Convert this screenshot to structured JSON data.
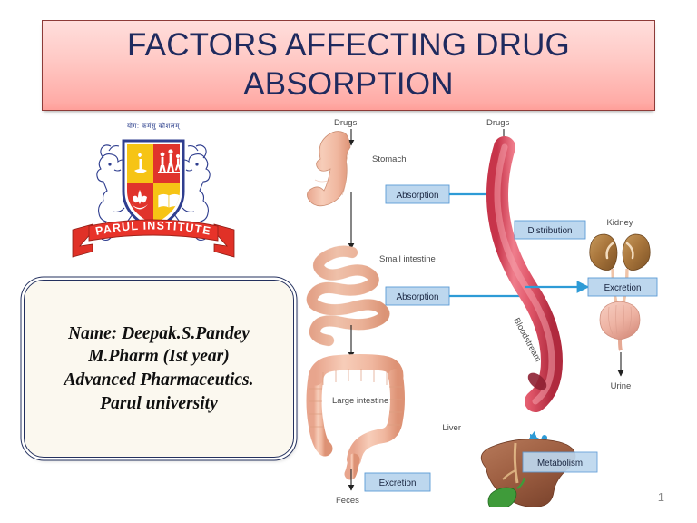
{
  "slide": {
    "title": "FACTORS AFFECTING DRUG ABSORPTION",
    "page_number": "1",
    "title_color": "#1F2A5E",
    "banner_top_color": "#FFDEDC",
    "banner_bottom_color": "#FF9F99",
    "banner_border_color": "#8D3B38"
  },
  "logo": {
    "name": "parul-institute-crest",
    "sanskrit_motto": "योग: कर्मसु कौशलम्",
    "ribbon_text": "PARUL INSTITUTE",
    "ribbon_color": "#E03127",
    "shield_red": "#E0342C",
    "shield_yellow": "#F6C415",
    "outline_color": "#2F3E8F"
  },
  "author_box": {
    "lines": [
      "Name: Deepak.S.Pandey",
      "M.Pharm (Ist year)",
      "Advanced Pharmaceutics.",
      "Parul university"
    ],
    "background_color": "#FBF8EF",
    "border_color": "#23305E"
  },
  "diagram": {
    "title": "drug-absorption-distribution-metabolism-excretion",
    "accent_box_fill": "#BDD7EE",
    "accent_box_border": "#5B9BD5",
    "arrow_color": "#2E9BD6",
    "organ_labels": [
      {
        "id": "drugs-oral",
        "text": "Drugs"
      },
      {
        "id": "drugs-iv",
        "text": "Drugs"
      },
      {
        "id": "stomach",
        "text": "Stomach"
      },
      {
        "id": "small-intestine",
        "text": "Small intestine"
      },
      {
        "id": "large-intestine",
        "text": "Large intestine"
      },
      {
        "id": "feces",
        "text": "Feces"
      },
      {
        "id": "bloodstream",
        "text": "Bloodstream"
      },
      {
        "id": "kidney",
        "text": "Kidney"
      },
      {
        "id": "urine",
        "text": "Urine"
      },
      {
        "id": "liver",
        "text": "Liver"
      }
    ],
    "process_boxes": [
      {
        "id": "absorption-stomach",
        "text": "Absorption"
      },
      {
        "id": "absorption-intestine",
        "text": "Absorption"
      },
      {
        "id": "distribution",
        "text": "Distribution"
      },
      {
        "id": "excretion-renal",
        "text": "Excretion"
      },
      {
        "id": "excretion-fecal",
        "text": "Excretion"
      },
      {
        "id": "metabolism",
        "text": "Metabolism"
      }
    ]
  }
}
